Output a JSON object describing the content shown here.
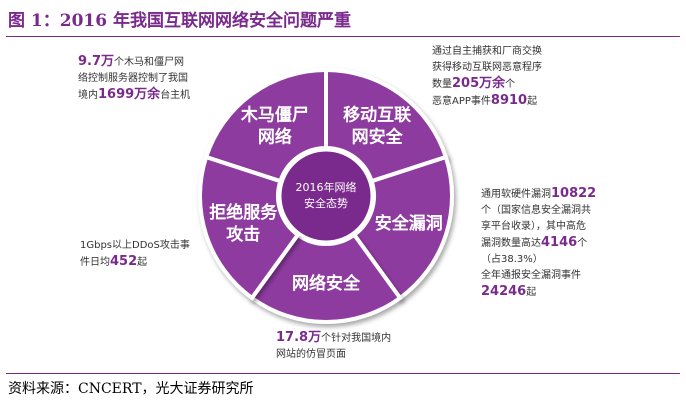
{
  "header": {
    "title": "图 1：2016 年我国互联网网络安全问题严重"
  },
  "diagram": {
    "center_line1": "2016年网络",
    "center_line2": "安全态势",
    "segments": [
      {
        "line1": "木马僵尸",
        "line2": "网络"
      },
      {
        "line1": "移动互联",
        "line2": "网安全"
      },
      {
        "line1": "安全漏洞",
        "line2": ""
      },
      {
        "line1": "网络安全",
        "line2": ""
      },
      {
        "line1": "拒绝服务",
        "line2": "攻击"
      }
    ]
  },
  "annotations": {
    "trojan": {
      "n1": "9.7万",
      "t1": "个木马和僵尸网",
      "t2": "络控制服务器控制了我国",
      "t3": "境内",
      "n2": "1699万余",
      "t4": "台主机"
    },
    "mobile": {
      "t1": "通过自主捕获和厂商交换",
      "t2": "获得移动互联网恶意程序",
      "t3": "数量",
      "n1": "205万余",
      "t4": "个",
      "t5": "恶意APP事件",
      "n2": "8910",
      "t6": "起"
    },
    "vuln": {
      "t1": "通用软硬件漏洞",
      "n1": "10822",
      "t2": "个（国家信息安全漏洞共",
      "t3": "享平台收录），其中高危",
      "t4": "漏洞数量高达",
      "n2": "4146",
      "t5": "个",
      "t6": "（占38.3%）",
      "t7": "全年通报安全漏洞事件",
      "n3": "24246",
      "t8": "起"
    },
    "ddos": {
      "t1": "1Gbps以上DDoS攻击事",
      "t2": "件日均",
      "n1": "452",
      "t3": "起"
    },
    "web": {
      "n1": "17.8万",
      "t1": "个针对我国境内",
      "t2": "网站的仿冒页面"
    }
  },
  "footer": {
    "source": "资料来源：CNCERT，光大证券研究所"
  },
  "colors": {
    "primary": "#7a2a8c",
    "segment": "#8e3aa0",
    "center": "#7a2a8c"
  }
}
